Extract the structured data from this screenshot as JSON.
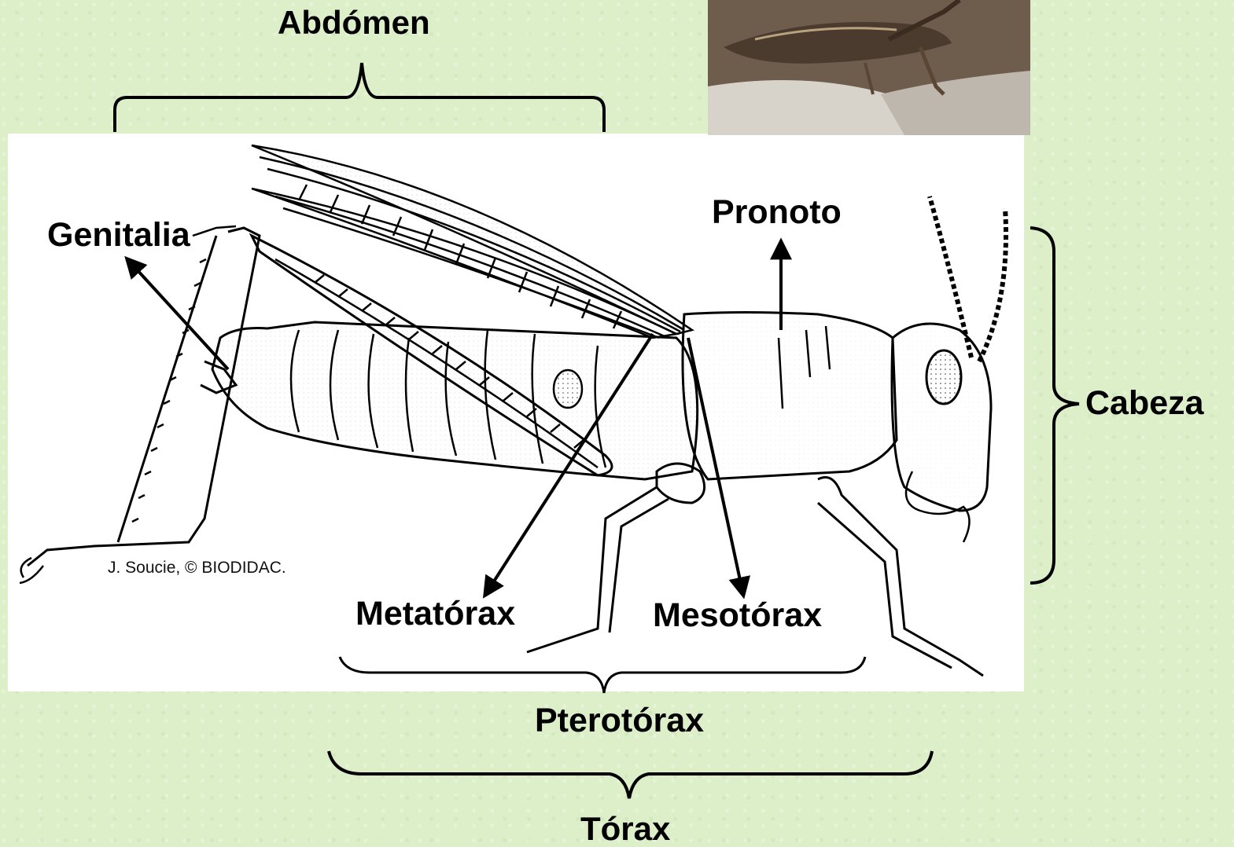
{
  "labels": {
    "abdomen": "Abdómen",
    "genitalia": "Genitalia",
    "pronoto": "Pronoto",
    "cabeza": "Cabeza",
    "metatorax": "Metatórax",
    "mesotorax": "Mesotórax",
    "pterotorax": "Pterotórax",
    "torax": "Tórax"
  },
  "credit": "J. Soucie, © BIODIDAC.",
  "colors": {
    "background": "#dcefc9",
    "panel": "#ffffff",
    "ink": "#000000"
  }
}
